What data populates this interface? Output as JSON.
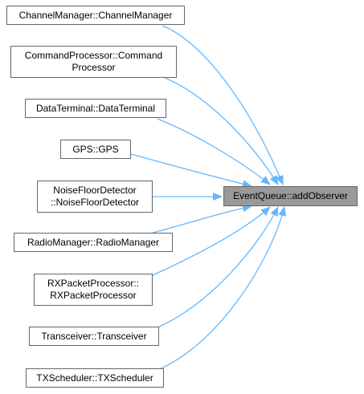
{
  "target": {
    "label": "EventQueue::addObserver"
  },
  "callers": [
    {
      "label": "ChannelManager::ChannelManager"
    },
    {
      "label": "CommandProcessor::Command\nProcessor"
    },
    {
      "label": "DataTerminal::DataTerminal"
    },
    {
      "label": "GPS::GPS"
    },
    {
      "label": "NoiseFloorDetector\n::NoiseFloorDetector"
    },
    {
      "label": "RadioManager::RadioManager"
    },
    {
      "label": "RXPacketProcessor::\nRXPacketProcessor"
    },
    {
      "label": "Transceiver::Transceiver"
    },
    {
      "label": "TXScheduler::TXScheduler"
    }
  ],
  "colors": {
    "edge": "#63b8ff",
    "node_border": "#666666",
    "target_fill": "#999999"
  }
}
